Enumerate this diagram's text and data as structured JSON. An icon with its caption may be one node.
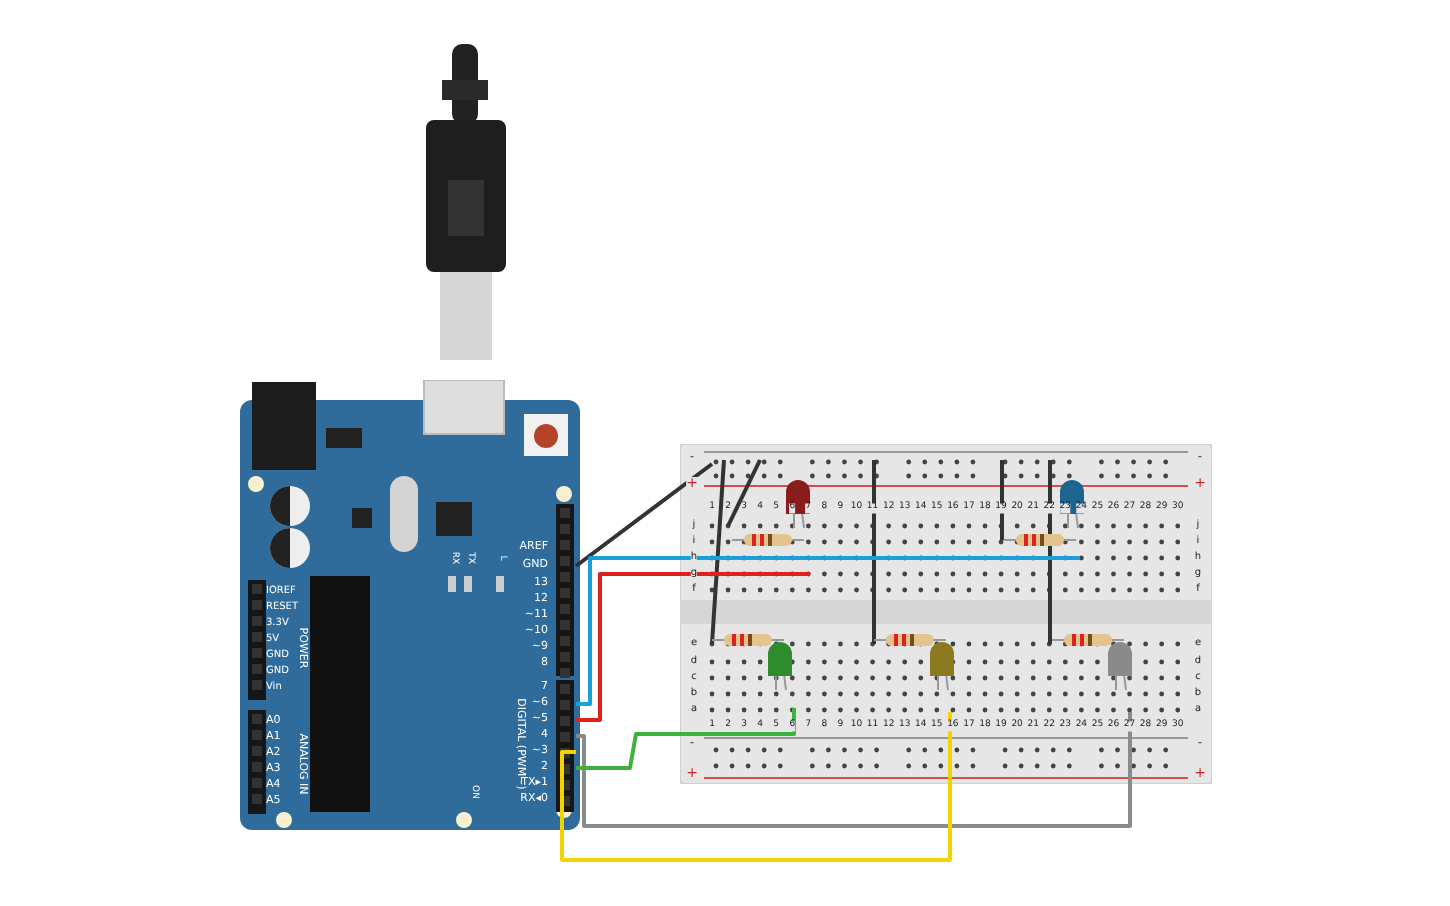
{
  "diagram": {
    "nodes": [
      {
        "text": [],
        "shape": "picture"
      },
      {
        "text": [],
        "shape": "picture"
      }
    ],
    "edges": [
      {
        "from": 0,
        "to": 1,
        "arrow": "none",
        "color": "#333333"
      },
      {
        "from": 0,
        "to": 1,
        "arrow": "none",
        "color": "#1a9fd8"
      },
      {
        "from": 0,
        "to": 1,
        "arrow": "none",
        "color": "#e0201f"
      },
      {
        "from": 0,
        "to": 1,
        "arrow": "none",
        "color": "#8a8a8a"
      },
      {
        "from": 0,
        "to": 1,
        "arrow": "none",
        "color": "#f2d400"
      },
      {
        "from": 0,
        "to": 1,
        "arrow": "none",
        "color": "#3cb33c"
      }
    ],
    "labels": [
      "AREF",
      "GND",
      "13",
      "12",
      "~11",
      "~10",
      "~9",
      "8",
      "7",
      "~6",
      "~5",
      "4",
      "~3",
      "2",
      "TX▸1",
      "RX◂0",
      "DIGITAL (PWM~)",
      "IOREF",
      "RESET",
      "3.3V",
      "5V",
      "GND",
      "GND",
      "Vin",
      "POWER",
      "A0",
      "A1",
      "A2",
      "A3",
      "A4",
      "A5",
      "ANALOG IN",
      "RX",
      "TX",
      "L",
      "ON",
      "-",
      "-",
      "+",
      "+",
      "1",
      "2",
      "3",
      "4",
      "5",
      "6",
      "7",
      "8",
      "9",
      "10",
      "11",
      "12",
      "13",
      "14",
      "15",
      "16",
      "17",
      "18",
      "19",
      "20",
      "21",
      "22",
      "23",
      "24",
      "25",
      "26",
      "27",
      "28",
      "29",
      "30",
      "j",
      "j",
      "i",
      "i",
      "h",
      "h",
      "g",
      "g",
      "f",
      "f",
      "e",
      "e",
      "d",
      "d",
      "c",
      "c",
      "b",
      "b",
      "a",
      "a",
      "1",
      "2",
      "3",
      "4",
      "5",
      "6",
      "7",
      "8",
      "9",
      "10",
      "11",
      "12",
      "13",
      "14",
      "15",
      "16",
      "17",
      "18",
      "19",
      "20",
      "21",
      "22",
      "23",
      "24",
      "25",
      "26",
      "27",
      "28",
      "29",
      "30",
      "-",
      "-",
      "+",
      "+"
    ]
  }
}
